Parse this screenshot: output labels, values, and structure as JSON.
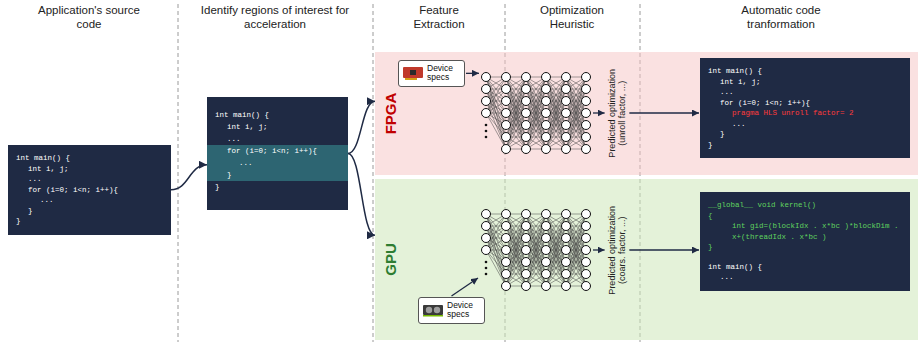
{
  "diagram": {
    "nodes": [
      {
        "text": [
          "int main() {",
          "int i, j;",
          "...",
          "for (i=0; i<n; i++){",
          "...",
          "}",
          "}"
        ]
      },
      {
        "text": [
          "int main() {",
          "int i, j;",
          "...",
          "for (i=0; i<n; i++){",
          "...",
          "}",
          "}"
        ]
      },
      {
        "text": [
          "FPGA"
        ]
      },
      {
        "text": [
          "Device specs"
        ],
        "in": 2
      },
      {
        "text": [
          "int main() {",
          "int i, j;",
          "...",
          "for (i=0; i<n; i++){",
          "pragma HLS unroll factor= 2",
          "...",
          "}",
          "}"
        ],
        "in": 2
      },
      {
        "text": [
          "GPU"
        ]
      },
      {
        "text": [
          "Device specs"
        ],
        "in": 5
      },
      {
        "text": [
          "__global__ void kernel()",
          "{",
          "int gid=(blockIdx . x*bc )*blockDim . x+(threadIdx . x*bc )",
          "}",
          "int main() {",
          "..."
        ],
        "in": 5
      }
    ],
    "edges": [
      {
        "from": 0,
        "to": 1,
        "arrow": "to"
      },
      {
        "from": 1,
        "to": 2,
        "arrow": "to"
      },
      {
        "from": 1,
        "to": 5,
        "arrow": "to"
      }
    ],
    "labels": [
      "Application's source code",
      "Identify regions of interest for acceleration",
      "Feature Extraction",
      "Optimization Heuristic",
      "Automatic code tranformation",
      "Predicted optimization (unroll factor, ...)",
      "Predicted optimization (coars. factor, ...)"
    ]
  }
}
